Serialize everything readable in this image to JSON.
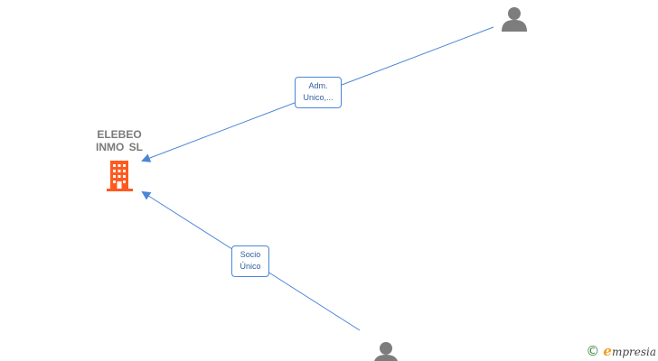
{
  "company": {
    "name": "ELEBEO INMO SL",
    "icon": "building-icon",
    "icon_color": "#ff5a1f"
  },
  "people": [
    {
      "icon": "person-icon",
      "color": "#7d7d7d"
    },
    {
      "icon": "person-icon",
      "color": "#7d7d7d"
    }
  ],
  "edges": [
    {
      "label_lines": [
        "Adm.",
        "Unico,..."
      ]
    },
    {
      "label_lines": [
        "Socio",
        "Único"
      ]
    }
  ],
  "edge_color": "#4a86d8",
  "brand": {
    "copyright_symbol": "©",
    "initial": "e",
    "rest": "mpresia"
  }
}
